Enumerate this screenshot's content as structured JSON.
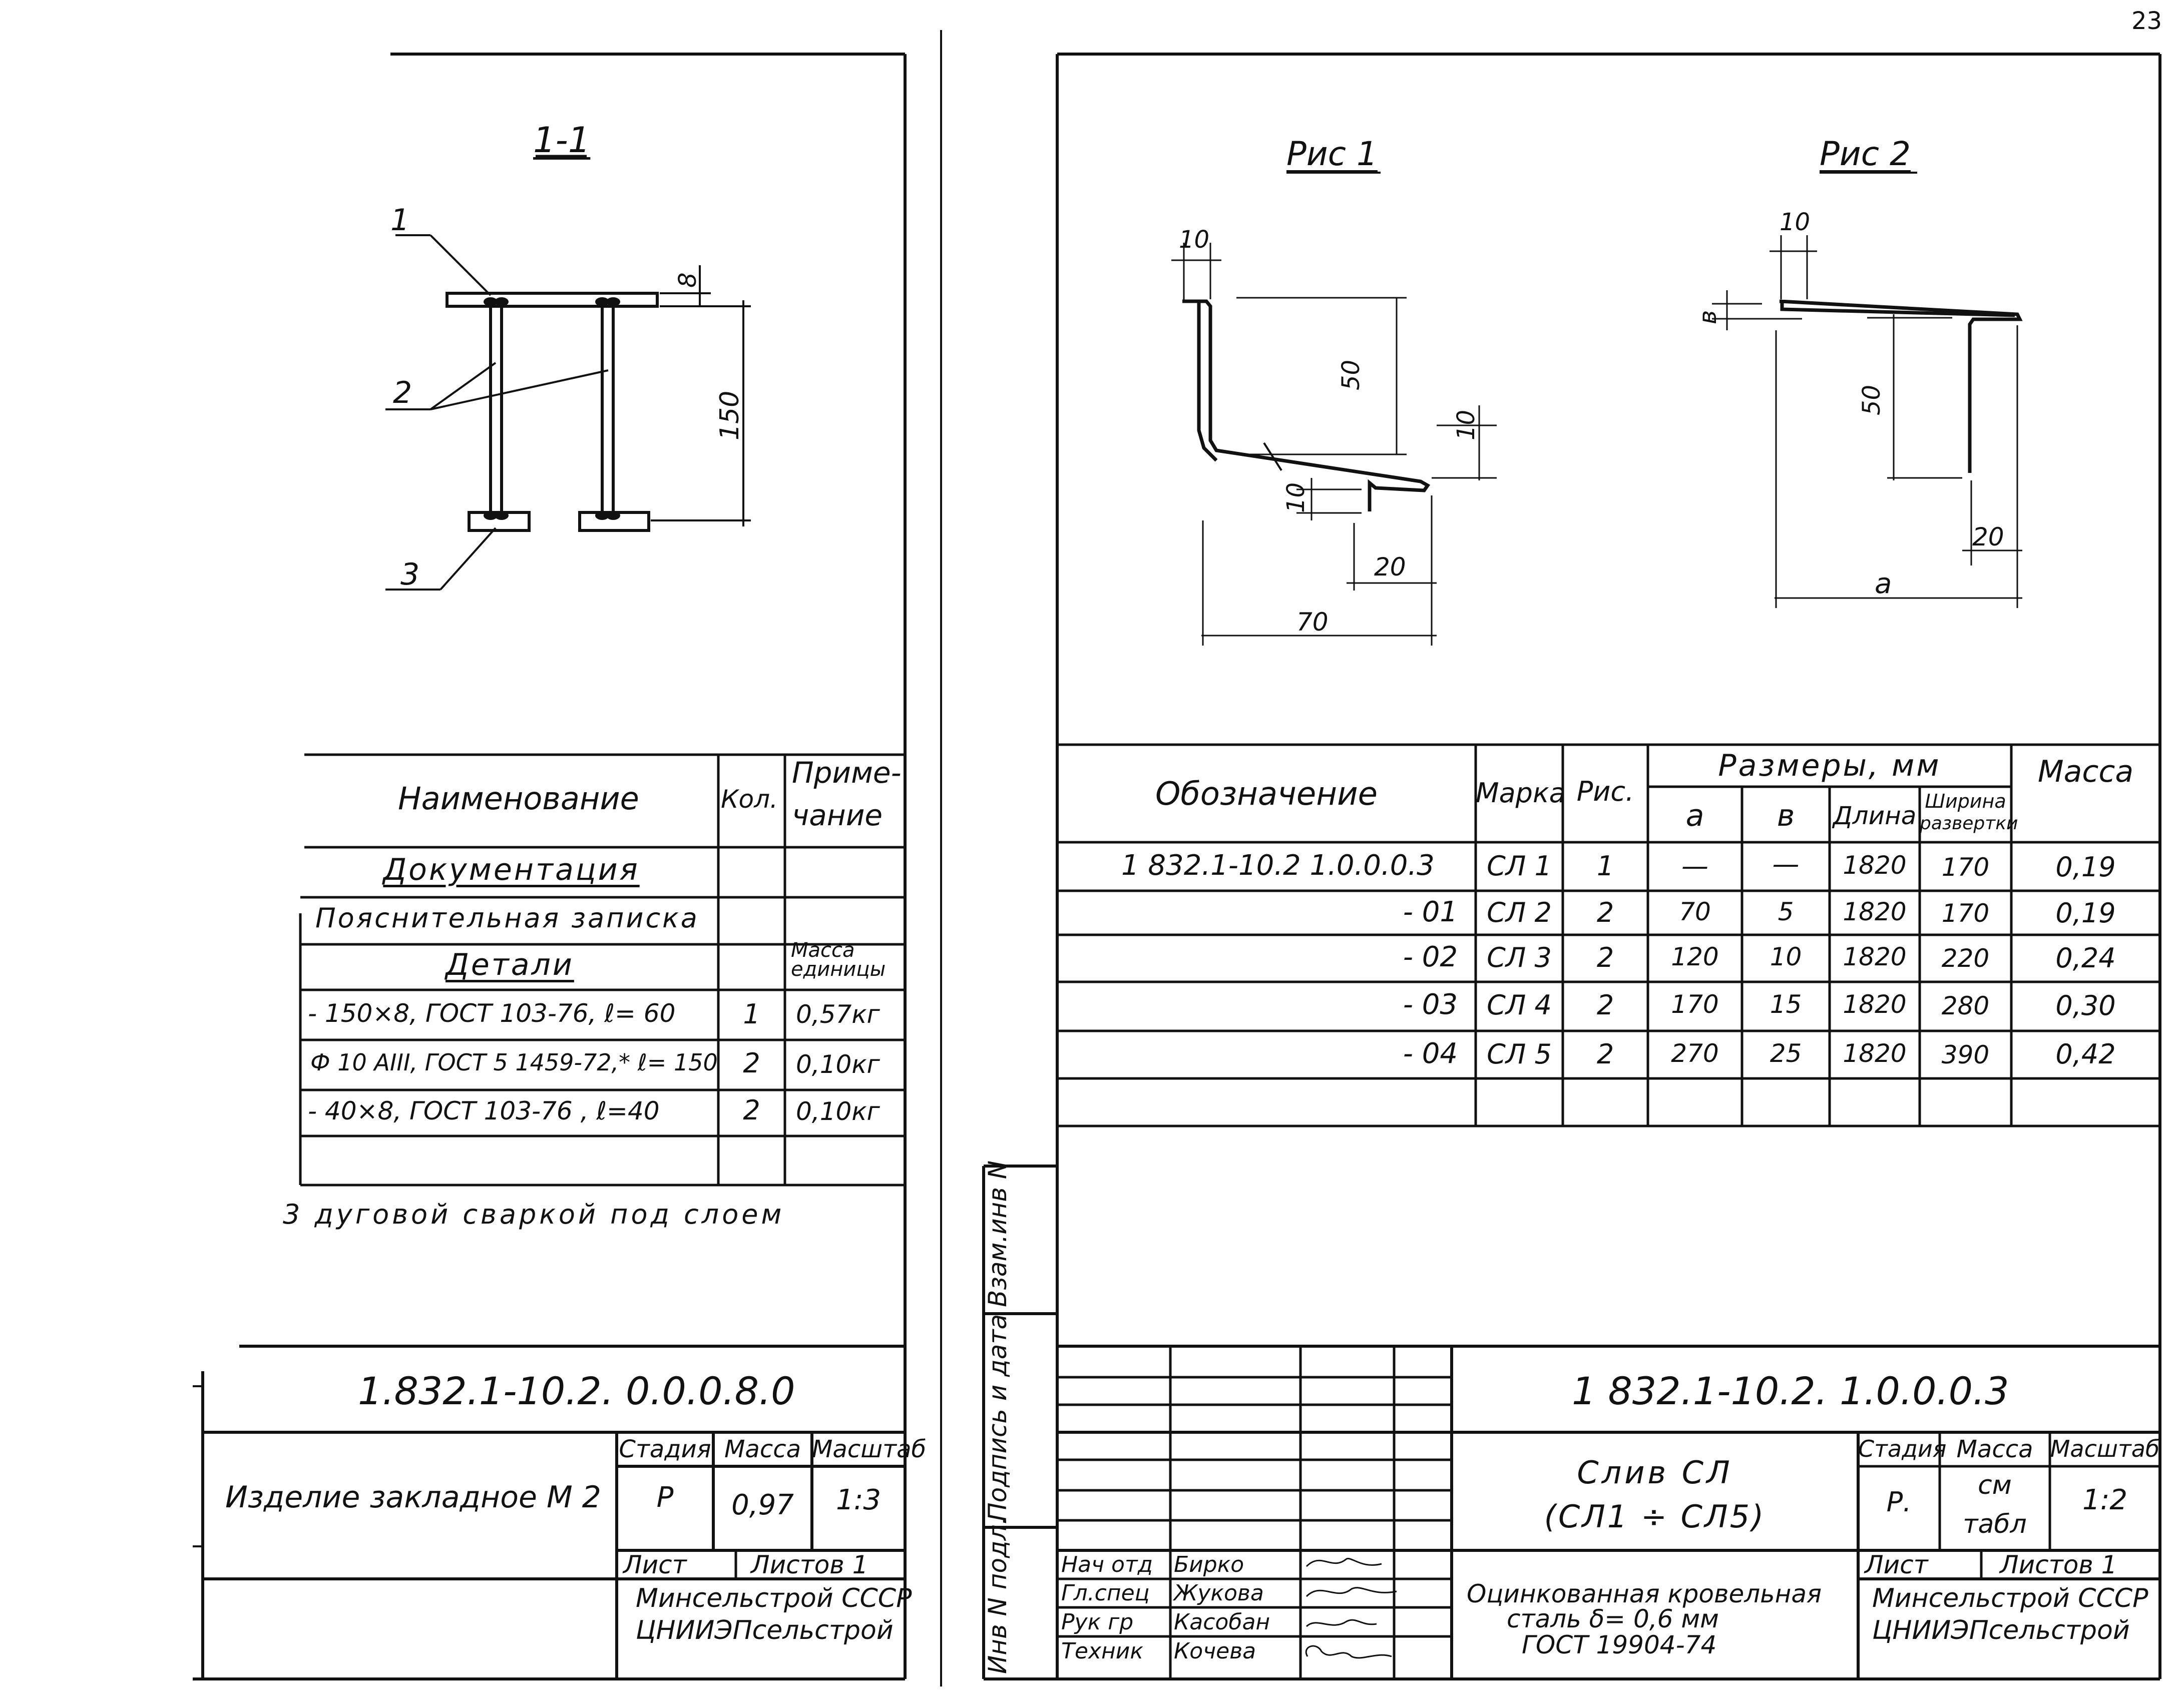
{
  "page_number": "23",
  "left": {
    "section_title": "1-1",
    "callouts": [
      "1",
      "2",
      "3"
    ],
    "dims": {
      "plate_thickness": "8",
      "height": "150"
    },
    "table": {
      "headers": {
        "name": "Наименование",
        "qty": "Кол.",
        "note_l1": "Приме-",
        "note_l2": "чание"
      },
      "rows": [
        {
          "name": "Документация",
          "qty": "",
          "note": ""
        },
        {
          "name": "Пояснительная записка",
          "qty": "",
          "note": ""
        },
        {
          "name": "Детали",
          "qty": "",
          "note": "Масса единицы"
        },
        {
          "name": "- 150×8,  ГОСТ 103-76,    ℓ= 60",
          "qty": "1",
          "note": "0,57кг"
        },
        {
          "name": "Ф 10 АIII,  ГОСТ 5 1459-72,*  ℓ= 150",
          "qty": "2",
          "note": "0,10кг"
        },
        {
          "name": "- 40×8,  ГОСТ 103-76 ,    ℓ=40",
          "qty": "2",
          "note": "0,10кг"
        }
      ]
    },
    "weld_note": "3  дуговой   сваркой   под  слоем",
    "stamp": {
      "code": "1.832.1-10.2. 0.0.0.8.0",
      "title": "Изделие закладное М 2",
      "h_stage": "Стадия",
      "h_mass": "Масса",
      "h_scale": "Масштаб",
      "stage": "Р",
      "mass": "0,97",
      "scale": "1:3",
      "sheet": "Лист",
      "sheets": "Листов 1",
      "org_1": "Минсельстрой СССР",
      "org_2": "ЦНИИЭПсельстрой"
    }
  },
  "right": {
    "fig1_title": "Рис 1",
    "fig2_title": "Рис 2",
    "fig1_dims": {
      "top": "10",
      "height": "50",
      "lip": "10",
      "slope": "10",
      "flange": "20",
      "width": "70"
    },
    "fig2_dims": {
      "top": "10",
      "b": "в",
      "height": "50",
      "flange": "20",
      "width": "а"
    },
    "table": {
      "headers": {
        "designation": "Обозначение",
        "mark": "Марка",
        "fig": "Рис.",
        "dims": "Размеры,  мм",
        "a": "а",
        "b": "в",
        "length": "Длина",
        "dev_1": "Ширина",
        "dev_2": "развертки",
        "mass": "Масса"
      },
      "rows": [
        {
          "designation": "1 832.1-10.2  1.0.0.0.3",
          "mark": "СЛ 1",
          "fig": "1",
          "a": "—",
          "b": "—",
          "length": "1820",
          "width": "170",
          "mass": "0,19"
        },
        {
          "designation": "- 01",
          "mark": "СЛ 2",
          "fig": "2",
          "a": "70",
          "b": "5",
          "length": "1820",
          "width": "170",
          "mass": "0,19"
        },
        {
          "designation": "- 02",
          "mark": "СЛ 3",
          "fig": "2",
          "a": "120",
          "b": "10",
          "length": "1820",
          "width": "220",
          "mass": "0,24"
        },
        {
          "designation": "- 03",
          "mark": "СЛ 4",
          "fig": "2",
          "a": "170",
          "b": "15",
          "length": "1820",
          "width": "280",
          "mass": "0,30"
        },
        {
          "designation": "- 04",
          "mark": "СЛ 5",
          "fig": "2",
          "a": "270",
          "b": "25",
          "length": "1820",
          "width": "390",
          "mass": "0,42"
        }
      ]
    },
    "side_labels": {
      "inv_vzam": "Взам.инв N",
      "sign_date": "Подпись и дата",
      "inv_podl": "Инв N подл."
    },
    "signatures": [
      {
        "role": "Нач отд",
        "name": "Бирко"
      },
      {
        "role": "Гл.спец",
        "name": "Жукова"
      },
      {
        "role": "Рук гр",
        "name": "Касобан"
      },
      {
        "role": "Техник",
        "name": "Кочева"
      }
    ],
    "stamp": {
      "code": "1 832.1-10.2.  1.0.0.0.3",
      "title_1": "Слив  СЛ",
      "title_2": "(СЛ1 ÷ СЛ5)",
      "material_1": "Оцинкованная  кровельная",
      "material_2": "сталь   δ= 0,6 мм",
      "material_3": "ГОСТ 19904-74",
      "h_stage": "Стадия",
      "h_mass": "Масса",
      "h_scale": "Масштаб",
      "stage": "Р.",
      "mass_1": "см",
      "mass_2": "табл",
      "scale": "1:2",
      "sheet": "Лист",
      "sheets": "Листов 1",
      "org_1": "Минсельстрой СССР",
      "org_2": "ЦНИИЭПсельстрой"
    }
  }
}
